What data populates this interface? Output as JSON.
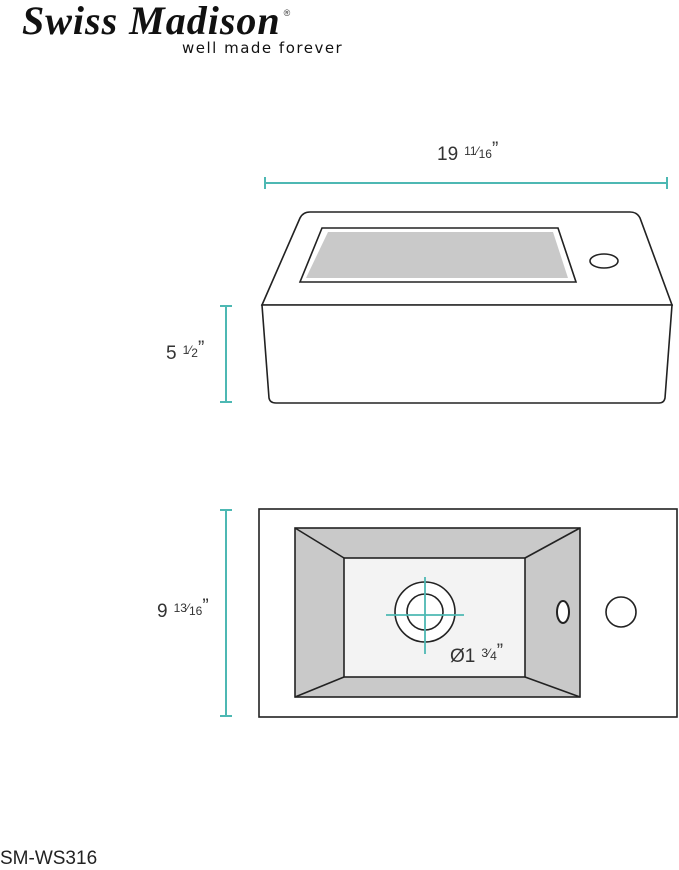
{
  "brand": {
    "name": "Swiss Madison",
    "tagline": "well made forever",
    "registered": "®"
  },
  "colors": {
    "dimension": "#4db8b3",
    "basin": "#c9c9c9",
    "basin_floor": "#f3f3f3",
    "outline": "#222222"
  },
  "dimensions": {
    "width": {
      "whole": "19",
      "num": "11",
      "den": "16",
      "unit": "”"
    },
    "height": {
      "whole": "5",
      "num": "1",
      "den": "2",
      "unit": "”"
    },
    "depth": {
      "whole": "9",
      "num": "13",
      "den": "16",
      "unit": "”"
    },
    "drain": {
      "whole": "Ø1",
      "num": "3",
      "den": "4",
      "unit": "”"
    }
  },
  "model": "SM-WS316"
}
